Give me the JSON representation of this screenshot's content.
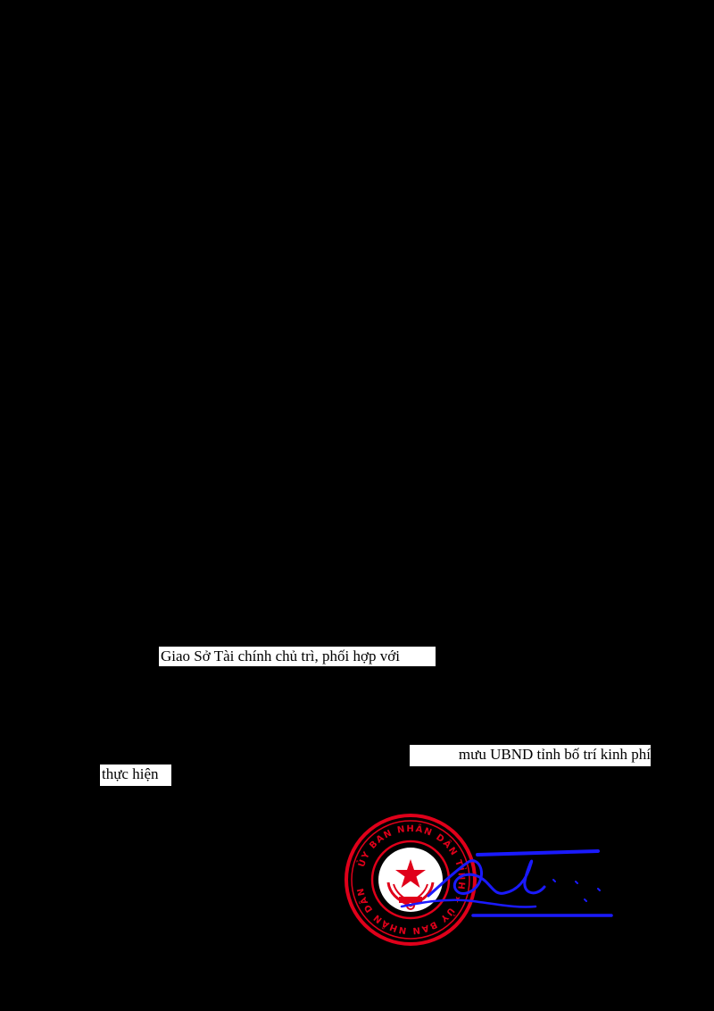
{
  "document": {
    "fragments": [
      {
        "text": "Giao Sở Tài chính chủ trì, phối hợp với"
      },
      {
        "text": "mưu UBND tỉnh bố trí kinh phí"
      },
      {
        "text": "thực hiện"
      }
    ]
  },
  "seal": {
    "color": "#e0001a",
    "inscription": "ỦY BAN NHÂN DÂN TỈNH"
  },
  "signature": {
    "color": "#1a1aff"
  },
  "colors": {
    "background": "#000000",
    "paper": "#ffffff",
    "text": "#000000"
  }
}
